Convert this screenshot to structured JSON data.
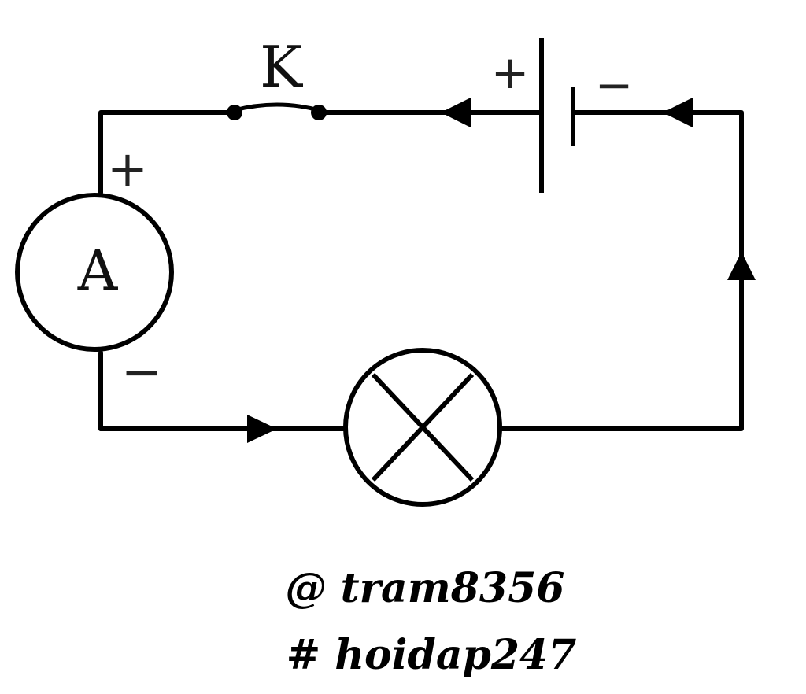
{
  "diagram": {
    "switch_label": "K",
    "ammeter_label": "A",
    "ammeter_plus": "+",
    "ammeter_minus": "−",
    "battery_plus": "+",
    "battery_minus": "−",
    "colors": {
      "ink": "#000000",
      "background": "#ffffff"
    },
    "icons": {
      "switch": "switch-icon",
      "battery": "battery-icon",
      "ammeter": "ammeter-icon",
      "lamp": "lamp-icon",
      "arrow": "current-arrow-icon"
    }
  },
  "credits": {
    "author": "@ tram8356",
    "tag": "# hoidap247"
  }
}
